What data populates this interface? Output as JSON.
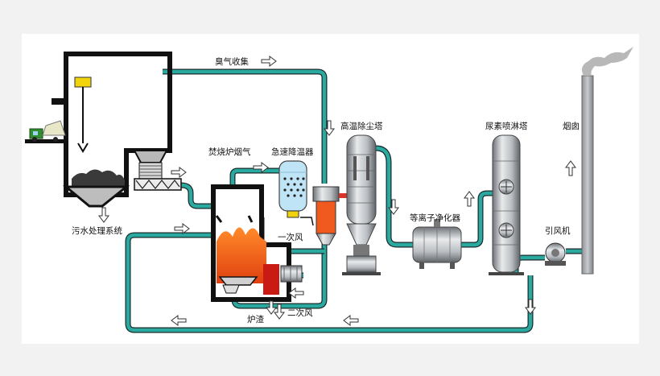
{
  "labels": {
    "odor_collection": "臭气收集",
    "incinerator_flue_gas": "焚烧炉烟气",
    "quench_tower": "急速降温器",
    "high_temp_dust_tower": "高温除尘塔",
    "plasma_purifier": "等离子净化器",
    "urea_spray_tower": "尿素喷淋塔",
    "chimney": "烟囱",
    "induced_draft_fan": "引风机",
    "sewage_system": "污水处理系统",
    "primary_air": "一次风",
    "secondary_air": "二次风",
    "slag": "炉渣"
  },
  "icons": [
    "truck-icon",
    "crane-grab-icon",
    "flow-arrow-icon",
    "fan-icon",
    "smoke-icon"
  ],
  "colors": {
    "pipe": "#2aa9a1",
    "fire": "#f05a1e",
    "flame_red": "#c91a14",
    "quench_blue": "#bfe4f5",
    "steel": "#a8acaf"
  }
}
